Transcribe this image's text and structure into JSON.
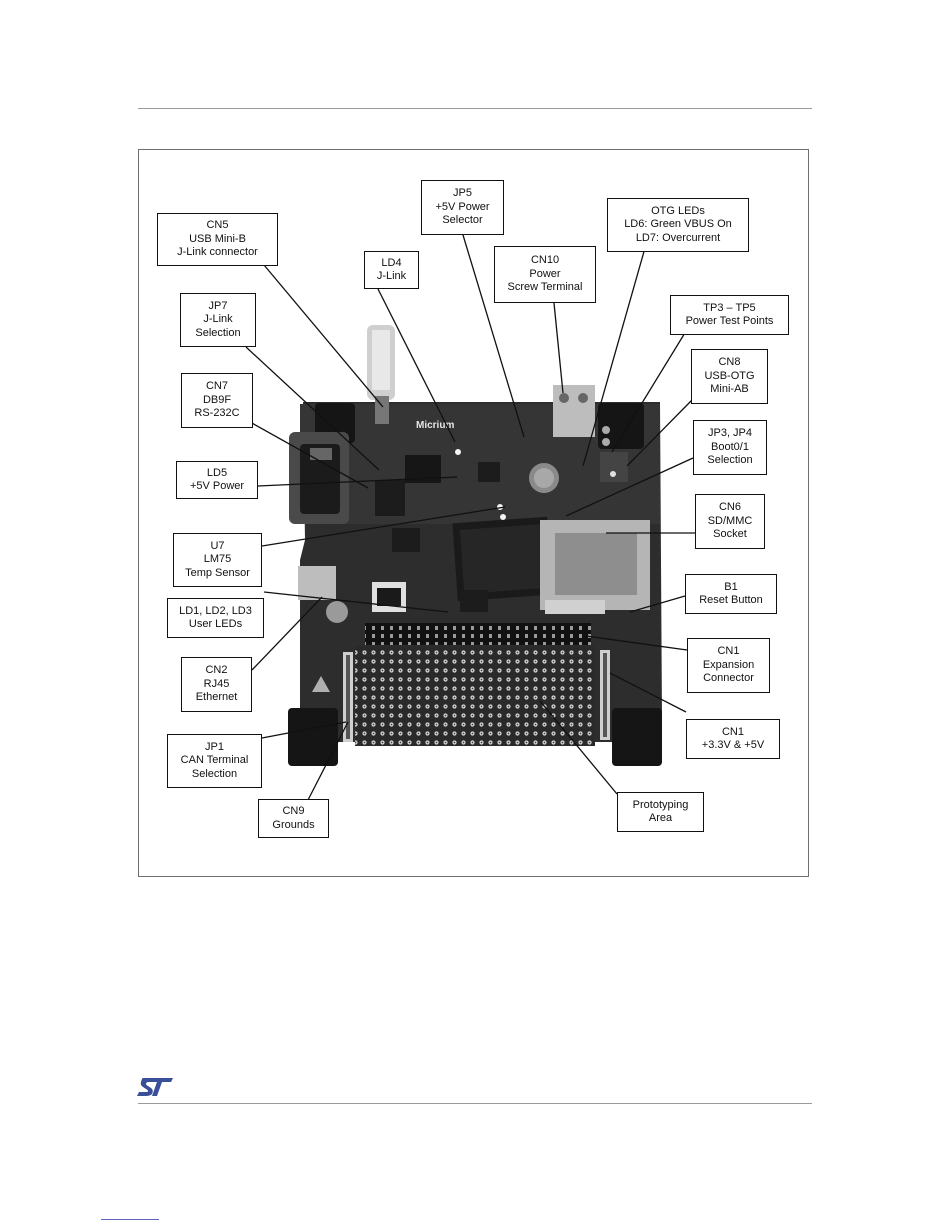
{
  "figure": {
    "callouts": [
      {
        "id": "cn5",
        "lines": [
          "CN5",
          "USB Mini-B",
          "J-Link connector"
        ]
      },
      {
        "id": "ld4",
        "lines": [
          "LD4",
          "J-Link"
        ]
      },
      {
        "id": "jp5",
        "lines": [
          "JP5",
          "+5V Power",
          "Selector"
        ]
      },
      {
        "id": "cn10",
        "lines": [
          "CN10",
          "Power",
          "Screw Terminal"
        ]
      },
      {
        "id": "otg",
        "lines": [
          "OTG LEDs",
          "LD6: Green VBUS On",
          "LD7: Overcurrent"
        ]
      },
      {
        "id": "jp7",
        "lines": [
          "JP7",
          "J-Link",
          "Selection"
        ]
      },
      {
        "id": "tp",
        "lines": [
          "TP3 – TP5",
          "Power Test Points"
        ]
      },
      {
        "id": "cn7",
        "lines": [
          "CN7",
          "DB9F",
          "RS-232C"
        ]
      },
      {
        "id": "cn8",
        "lines": [
          "CN8",
          "USB-OTG",
          "Mini-AB"
        ]
      },
      {
        "id": "jp3",
        "lines": [
          "JP3, JP4",
          "Boot0/1",
          "Selection"
        ]
      },
      {
        "id": "ld5",
        "lines": [
          "LD5",
          "+5V Power"
        ]
      },
      {
        "id": "cn6",
        "lines": [
          "CN6",
          "SD/MMC",
          "Socket"
        ]
      },
      {
        "id": "u7",
        "lines": [
          "U7",
          "LM75",
          "Temp Sensor"
        ]
      },
      {
        "id": "b1",
        "lines": [
          "B1",
          "Reset Button"
        ]
      },
      {
        "id": "leds",
        "lines": [
          "LD1, LD2, LD3",
          "User LEDs"
        ]
      },
      {
        "id": "cn1a",
        "lines": [
          "CN1",
          "Expansion",
          "Connector"
        ]
      },
      {
        "id": "cn2",
        "lines": [
          "CN2",
          "RJ45",
          "Ethernet"
        ]
      },
      {
        "id": "cn1b",
        "lines": [
          "CN1",
          "+3.3V & +5V"
        ]
      },
      {
        "id": "jp1",
        "lines": [
          "JP1",
          "CAN Terminal",
          "Selection"
        ]
      },
      {
        "id": "proto",
        "lines": [
          "Prototyping",
          "Area"
        ]
      },
      {
        "id": "cn9",
        "lines": [
          "CN9",
          "Grounds"
        ]
      }
    ],
    "board_silkscreen": {
      "brand": "Micrium"
    }
  },
  "footer": {
    "logo_icon": "st-logo-icon"
  },
  "colors": {
    "board": "#2b2b2b",
    "frame": "#6f6f6f",
    "rule": "#9a9a9a",
    "logo": "#3a4f9a"
  }
}
